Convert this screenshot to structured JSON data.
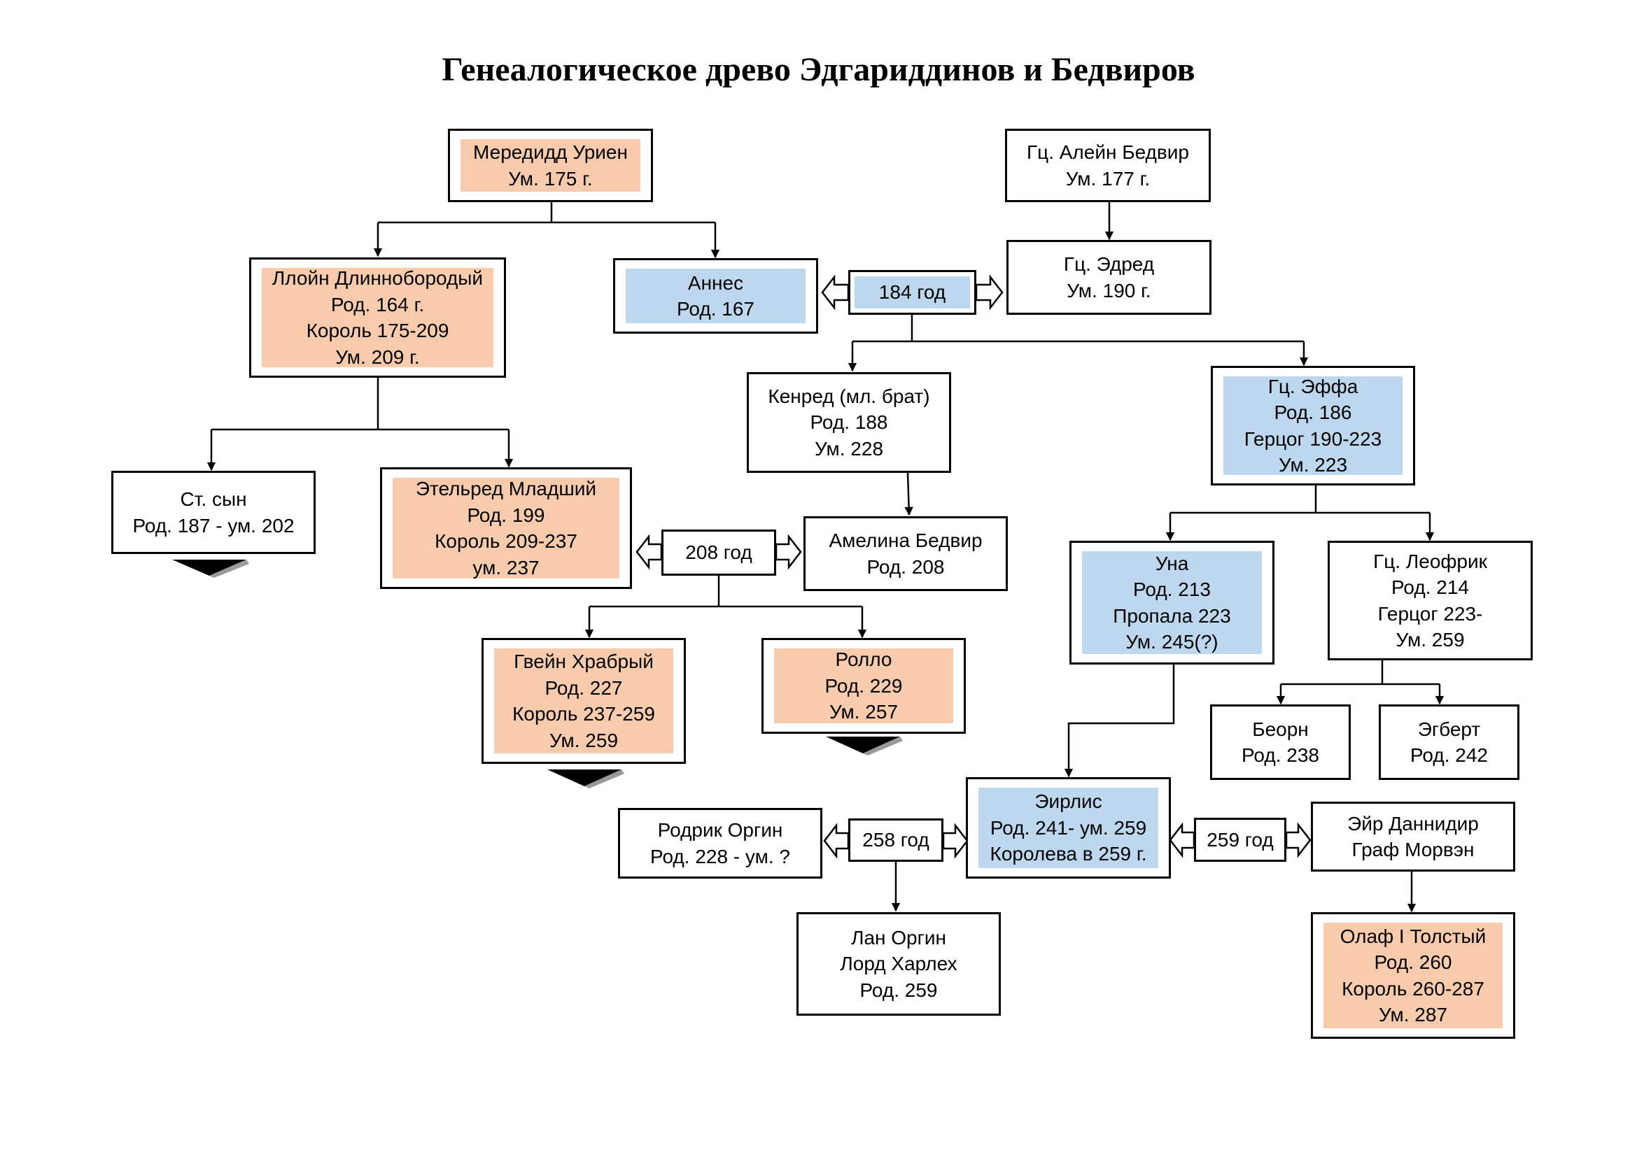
{
  "title": "Генеалогическое древо Эдгариддинов и Бедвиров",
  "people": {
    "meredidd": [
      "Мередидд Уриен",
      "Ум. 175 г."
    ],
    "aleyn": [
      "Гц. Алейн Бедвир",
      "Ум. 177 г."
    ],
    "annes": [
      "Аннес",
      "Род. 167"
    ],
    "edred": [
      "Гц. Эдред",
      "Ум. 190 г."
    ],
    "lloyn": [
      "Ллойн Длиннобородый",
      "Род. 164 г.",
      "Король 175-209",
      "Ум. 209 г."
    ],
    "kenred": [
      "Кенред (мл. брат)",
      "Род. 188",
      "Ум. 228"
    ],
    "effa": [
      "Гц. Эффа",
      "Род. 186",
      "Герцог 190-223",
      "Ум. 223"
    ],
    "st_syn": [
      "Ст. сын",
      "Род. 187 - ум. 202"
    ],
    "etelred": [
      "Этельред Младший",
      "Род. 199",
      "Король 209-237",
      "ум. 237"
    ],
    "amelina": [
      "Амелина Бедвир",
      "Род. 208"
    ],
    "una": [
      "Уна",
      "Род. 213",
      "Пропала 223",
      "Ум. 245(?)"
    ],
    "leofrik": [
      "Гц. Леофрик",
      "Род. 214",
      "Герцог 223-",
      "Ум. 259"
    ],
    "gveyn": [
      "Гвейн Храбрый",
      "Род. 227",
      "Король 237-259",
      "Ум. 259"
    ],
    "rollo": [
      "Ролло",
      "Род. 229",
      "Ум. 257"
    ],
    "beorn": [
      "Беорн",
      "Род. 238"
    ],
    "egbert": [
      "Эгберт",
      "Род. 242"
    ],
    "rodrik": [
      "Родрик Оргин",
      "Род. 228 - ум. ?"
    ],
    "eyrlis": [
      "Эирлис",
      "Род. 241- ум. 259",
      "Королева в 259 г."
    ],
    "eyr": [
      "Эйр Даннидир",
      "Граф Морвэн"
    ],
    "lan": [
      "Лан Оргин",
      "Лорд Харлех",
      "Род. 259"
    ],
    "olaf": [
      "Олаф I Толстый",
      "Род. 260",
      "Король 260-287",
      "Ум. 287"
    ]
  },
  "marriages": {
    "m184": "184 год",
    "m208": "208 год",
    "m258": "258 год",
    "m259": "259 год"
  },
  "colors": {
    "royal_line": "#f8cbad",
    "bedvir_line": "#bdd7ee"
  }
}
